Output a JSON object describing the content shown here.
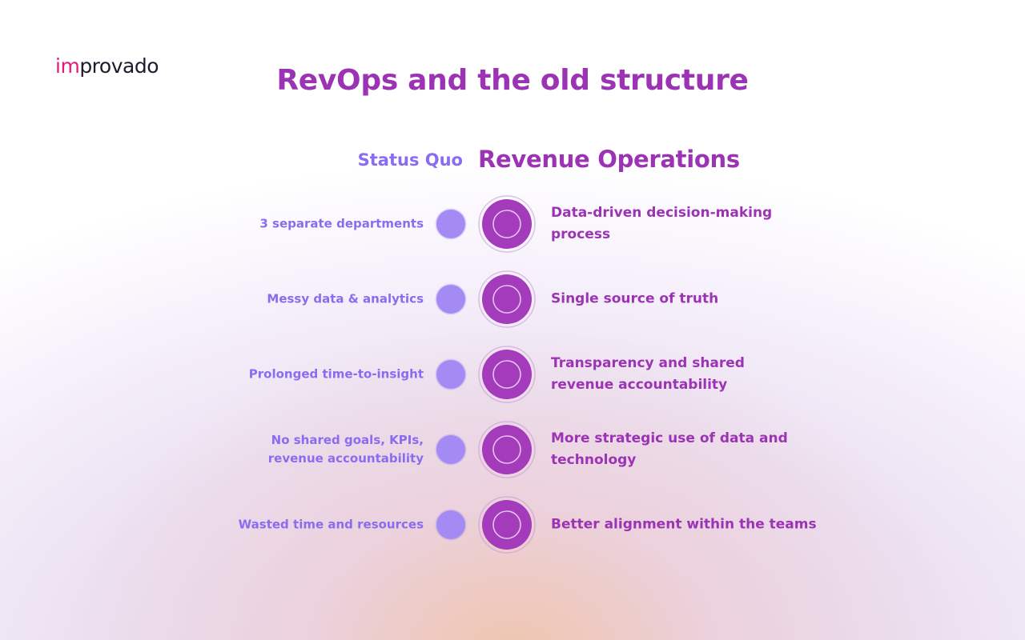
{
  "logo": {
    "im": "im",
    "rest": "provado"
  },
  "title": "RevOps and the old structure",
  "columns": {
    "left_heading": "Status Quo",
    "right_heading": "Revenue Operations"
  },
  "rows": [
    {
      "status_quo": "3 separate departments",
      "revops": "Data-driven decision-making process"
    },
    {
      "status_quo": "Messy data & analytics",
      "revops": "Single source of truth"
    },
    {
      "status_quo": "Prolonged time-to-insight",
      "revops": "Transparency and shared revenue accountability"
    },
    {
      "status_quo": "No shared goals, KPIs, revenue accountability",
      "revops": "More strategic use of data and technology"
    },
    {
      "status_quo": "Wasted time and resources",
      "revops": "Better alignment within the teams"
    }
  ],
  "colors": {
    "accent_purple": "#9c33b5",
    "status_quo_violet": "#8a6cf0",
    "logo_pink": "#e8177b"
  }
}
